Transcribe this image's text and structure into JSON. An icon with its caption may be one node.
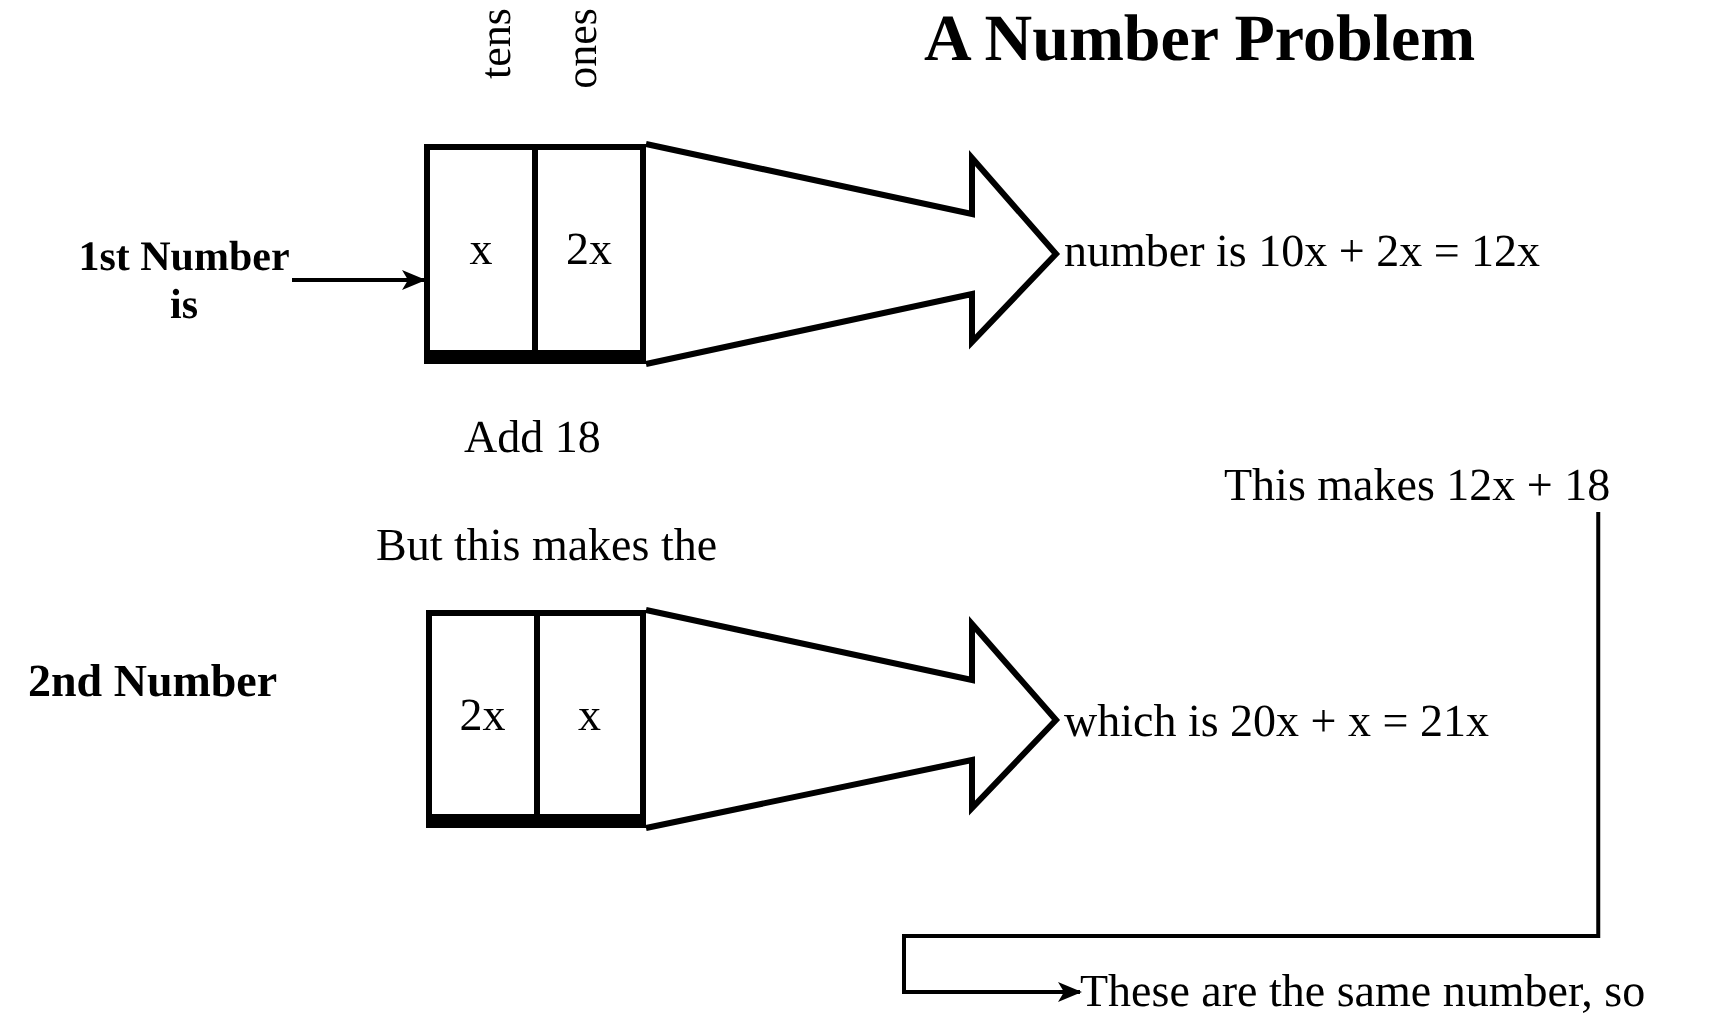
{
  "diagram": {
    "title": "A Number Problem",
    "nodes": [
      {
        "text": [
          "1st Number is"
        ]
      },
      {
        "text": [
          "x",
          "2x"
        ]
      },
      {
        "text": [
          "number is 10x + 2x = 12x"
        ]
      },
      {
        "text": [
          "This makes 12x + 18"
        ]
      },
      {
        "text": [
          "2x",
          "x"
        ]
      },
      {
        "text": [
          "which is 20x + x = 21x"
        ]
      },
      {
        "text": [
          "These are the same number, so"
        ]
      }
    ],
    "edges": [
      {
        "from": 0,
        "to": 1,
        "arrow": "to"
      },
      {
        "from": 1,
        "to": 2,
        "arrow": "to",
        "style": "thick"
      },
      {
        "from": 3,
        "to": 6,
        "arrow": "to"
      },
      {
        "from": 4,
        "to": 5,
        "arrow": "to",
        "style": "thick"
      }
    ],
    "labels": [
      "tens",
      "ones",
      "Add 18",
      "But this makes the",
      "2nd Number"
    ]
  }
}
